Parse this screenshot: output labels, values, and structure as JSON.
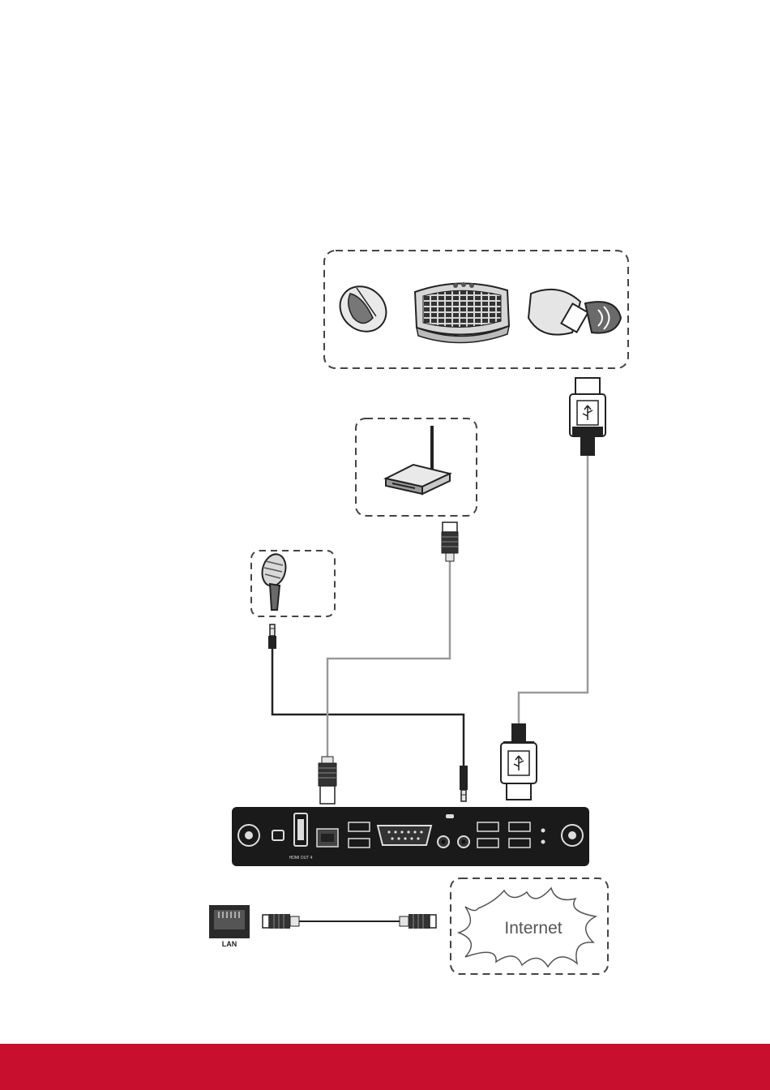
{
  "panel": {
    "hdmi_label": "HDMI OUT 4",
    "lan_label": "LAN"
  },
  "cloud": {
    "internet_label": "Internet"
  },
  "colors": {
    "footer": "#c8102e",
    "dash": "#444444",
    "audio_cable": "#222222",
    "grey_cable": "#9a9a9a",
    "panel_bg": "#1a1a1a"
  },
  "icons": [
    "mouse-icon",
    "keyboard-icon",
    "usb-dongle-icon",
    "router-icon",
    "microphone-icon",
    "rj45-plug-icon",
    "usb-plug-icon",
    "audio-jack-icon",
    "lan-port-icon",
    "internet-cloud-icon"
  ]
}
